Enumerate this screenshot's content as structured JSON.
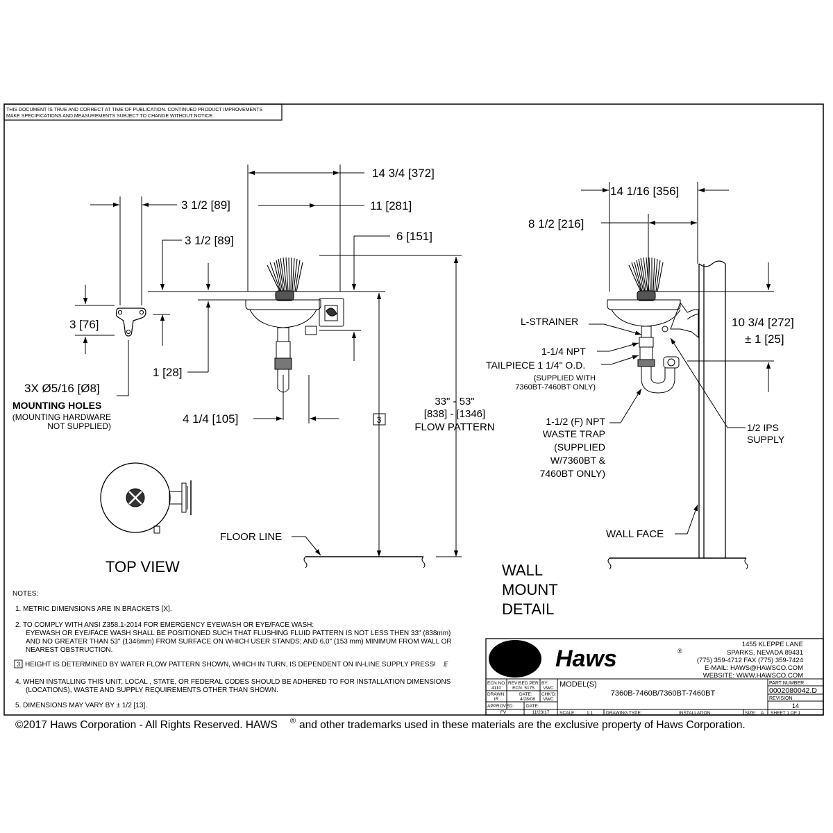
{
  "disclaimer": {
    "line1": "THIS DOCUMENT IS TRUE AND CORRECT AT TIME OF PUBLICATION. CONTINUED PRODUCT IMPROVEMENTS",
    "line2": "MAKE SPECIFICATIONS AND MEASUREMENTS SUBJECT TO CHANGE WITHOUT NOTICE."
  },
  "front_view": {
    "dim_14_3_4": "14 3/4 [372]",
    "dim_3_1_2_top": "3 1/2 [89]",
    "dim_11": "11 [281]",
    "dim_3_1_2_left": "3 1/2 [89]",
    "dim_6": "6 [151]",
    "dim_3": "3 [76]",
    "dim_1": "1 [28]",
    "dim_4_1_4": "4 1/4 [105]",
    "holes_line1": "3X Ø5/16 [Ø8]",
    "holes_line2": "MOUNTING HOLES",
    "holes_line3": "(MOUNTING HARDWARE",
    "holes_line4": "NOT SUPPLIED)",
    "note_ref": "3",
    "flow_line1": "33\" - 53\"",
    "flow_line2": "[838] - [1346]",
    "flow_line3": "FLOW PATTERN",
    "floor_line": "FLOOR LINE",
    "top_view": "TOP VIEW"
  },
  "wall_detail": {
    "dim_14_1_16": "14 1/16 [356]",
    "dim_8_1_2": "8 1/2 [216]",
    "dim_10_3_4_a": "10 3/4 [272]",
    "dim_10_3_4_b": "± 1 [25]",
    "l_strainer": "L-STRAINER",
    "npt": "1-1/4 NPT",
    "tail1": "TAILPIECE 1 1/4\" O.D.",
    "tail2": "(SUPPLIED WITH",
    "tail3": "7360BT-7460BT ONLY)",
    "trap1": "1-1/2 (F) NPT",
    "trap2": "WASTE TRAP",
    "trap3": "(SUPPLIED",
    "trap4": "W/7360BT &",
    "trap5": "7460BT ONLY)",
    "ips1": "1/2 IPS",
    "ips2": "SUPPLY",
    "wall_face": "WALL FACE",
    "title1": "WALL",
    "title2": "MOUNT",
    "title3": "DETAIL"
  },
  "notes": {
    "heading": "NOTES:",
    "n1": "1.  METRIC DIMENSIONS ARE IN BRACKETS [X].",
    "n2a": "2.  TO COMPLY WITH ANSI Z358.1-2014 FOR EMERGENCY EYEWASH OR EYE/FACE WASH:",
    "n2b": "EYEWASH OR EYE/FACE WASH SHALL BE POSITIONED SUCH THAT FLUSHING FLUID PATTERN IS NOT LESS THEN 33\" (838mm)",
    "n2c": "AND NO GREATER THAN 53\" (1346mm) FROM SURFACE ON WHICH USER STANDS; AND 6.0\" (153 mm) MINIMUM FROM  WALL OR",
    "n2d": "NEAREST OBSTRUCTION.",
    "n3num": "3",
    "n3": "HEIGHT IS DETERMINED BY WATER FLOW PATTERN SHOWN, WHICH IN TURN, IS DEPENDENT ON IN-LINE SUPPLY PRESSURE.",
    "n4a": "4.  WHEN INSTALLING THIS UNIT, LOCAL , STATE, OR FEDERAL CODES SHOULD BE ADHERED TO FOR INSTALLATION DIMENSIONS",
    "n4b": "(LOCATIONS), WASTE AND SUPPLY REQUIREMENTS OTHER THAN SHOWN.",
    "n5": "5.  DIMENSIONS MAY VARY BY ± 1/2 [13]."
  },
  "title_block": {
    "logo_text": "Haws",
    "reg": "®",
    "addr1": "1455 KLEPPE LANE",
    "addr2": "SPARKS, NEVADA  89431",
    "addr3": "(775) 359-4712  FAX (775) 359-7424",
    "addr4": "E-MAIL:  HAWS@HAWSCO.COM",
    "addr5": "WEBSITE: WWW.HAWSCO.COM",
    "ecn_label": "ECN NO.",
    "ecn_val": "4110",
    "rev_label": "REVISED PER",
    "rev_val": "ECN. 5175",
    "by_label": "BY:",
    "by_val": "VWC",
    "drawn_label": "DRAWN:",
    "drawn_val": "IR",
    "date_label": "DATE:",
    "date_val": "4/28/08",
    "chkd_label": "CHK'D:",
    "chkd_val": "VWC",
    "appr_label": "APPROVED:",
    "appr_val": "FV",
    "date2_label": "DATE:",
    "date2_val": "11/23/17",
    "models_label": "MODEL(S)",
    "models_val": "7360B-7460B/7360BT-7460BT",
    "part_label": "PART NUMBER",
    "part_val": "0002080042.D",
    "revision_label": "REVISION",
    "revision_val": "14",
    "scale_label": "SCALE:",
    "scale_val": "1:1",
    "dtype_label": "DRAWING TYPE:",
    "dtype_val": "INSTALLATION",
    "size_label": "SIZE:",
    "size_val": "A",
    "sheet": "SHEET   1   OF    1"
  },
  "copyright": {
    "part1": "©2017 Haws Corporation - All Rights Reserved.  HAWS",
    "reg": "®",
    "part2": "and other trademarks used in these materials are the exclusive property of Haws Corporation."
  }
}
